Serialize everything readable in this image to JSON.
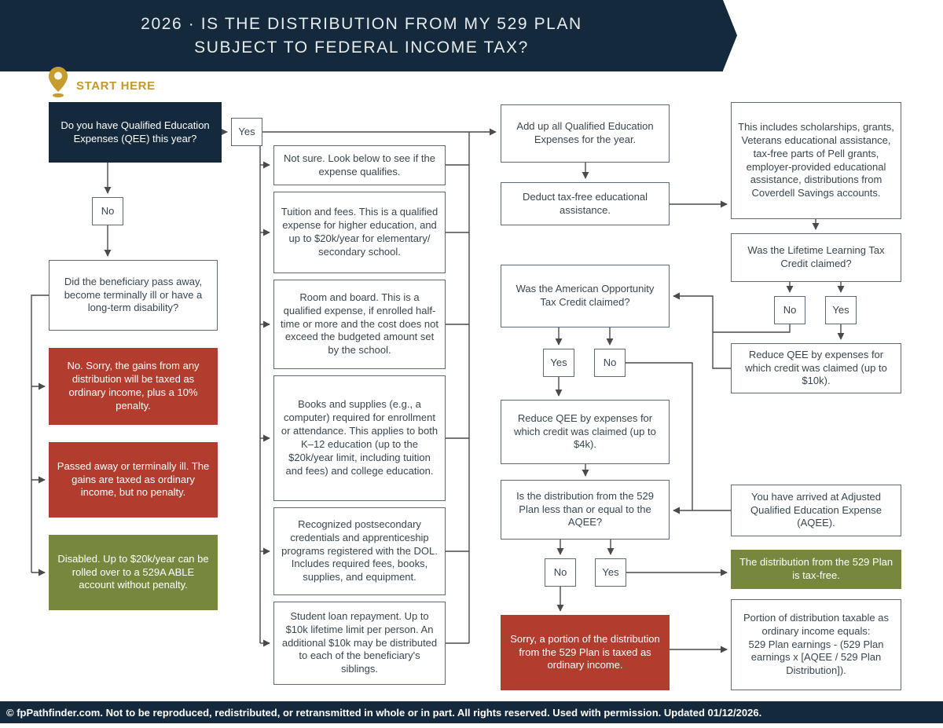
{
  "header": {
    "title_line1": "2026 · IS THE DISTRIBUTION FROM MY 529 PLAN",
    "title_line2": "SUBJECT TO FEDERAL INCOME TAX?"
  },
  "start_label": "START HERE",
  "footer": "© fpPathfinder.com. Not to be reproduced, redistributed, or retransmitted in whole or in part. All rights reserved. Used with permission. Updated 01/12/2026.",
  "colors": {
    "navy": "#14293C",
    "red": "#B23D2E",
    "olive": "#77883E",
    "gold": "#C3992B",
    "line": "#4A4A4A"
  },
  "nodes": {
    "start": "Do you have Qualified Education Expenses (QEE) this year?",
    "yes1": "Yes",
    "no1": "No",
    "beneficiary": "Did the beneficiary pass away, become terminally ill or have a long-term disability?",
    "no_sorry": "No. Sorry, the gains from any distribution will be taxed as ordinary income, plus a 10% penalty.",
    "passed_away": "Passed away or terminally ill. The gains are taxed as ordinary income, but no penalty.",
    "disabled": "Disabled. Up to $20k/year can be rolled over to a 529A ABLE account without penalty.",
    "not_sure": "Not sure. Look below to see if the expense qualifies.",
    "tuition": "Tuition and fees. This is a qualified expense for higher education, and up to $20k/year for elementary/ secondary school.",
    "room_board": "Room and board. This is a qualified expense, if enrolled half-time or more and the cost does not exceed the budgeted amount set by the school.",
    "books": "Books and supplies (e.g., a computer) required for enrollment or attendance. This applies to both K–12 education (up to the $20k/year limit, including tuition and fees) and college education.",
    "credentials": "Recognized postsecondary credentials and apprenticeship programs registered with the DOL. Includes required fees, books, supplies, and equipment.",
    "student_loan": "Student loan repayment. Up to $10k lifetime limit per person. An additional $10k may be distributed to each of the beneficiary's siblings.",
    "add_up": "Add up all Qualified Education Expenses for the year.",
    "deduct": "Deduct tax-free educational assistance.",
    "includes": "This includes scholarships, grants, Veterans educational assistance, tax-free parts of Pell grants, employer-provided educational assistance, distributions from Coverdell Savings accounts.",
    "lltc": "Was the Lifetime Learning Tax Credit claimed?",
    "lltc_no": "No",
    "lltc_yes": "Yes",
    "reduce_10k": "Reduce QEE by expenses for which credit was claimed (up to $10k).",
    "aotc": "Was the American Opportunity Tax Credit claimed?",
    "aotc_yes": "Yes",
    "aotc_no": "No",
    "reduce_4k": "Reduce QEE by expenses for which credit was claimed (up to $4k).",
    "is_dist": "Is the distribution from the 529 Plan less than or equal to the AQEE?",
    "dist_no": "No",
    "dist_yes": "Yes",
    "sorry_taxed": "Sorry, a portion of the distribution from the 529 Plan is taxed as ordinary income.",
    "aqee": "You have arrived at Adjusted Qualified Education Expense (AQEE).",
    "tax_free": "The distribution from the 529 Plan is tax-free.",
    "portion_line1": "Portion of distribution taxable as ordinary income equals:",
    "portion_line2": "529 Plan earnings - (529 Plan earnings x [AQEE / 529 Plan Distribution])."
  }
}
